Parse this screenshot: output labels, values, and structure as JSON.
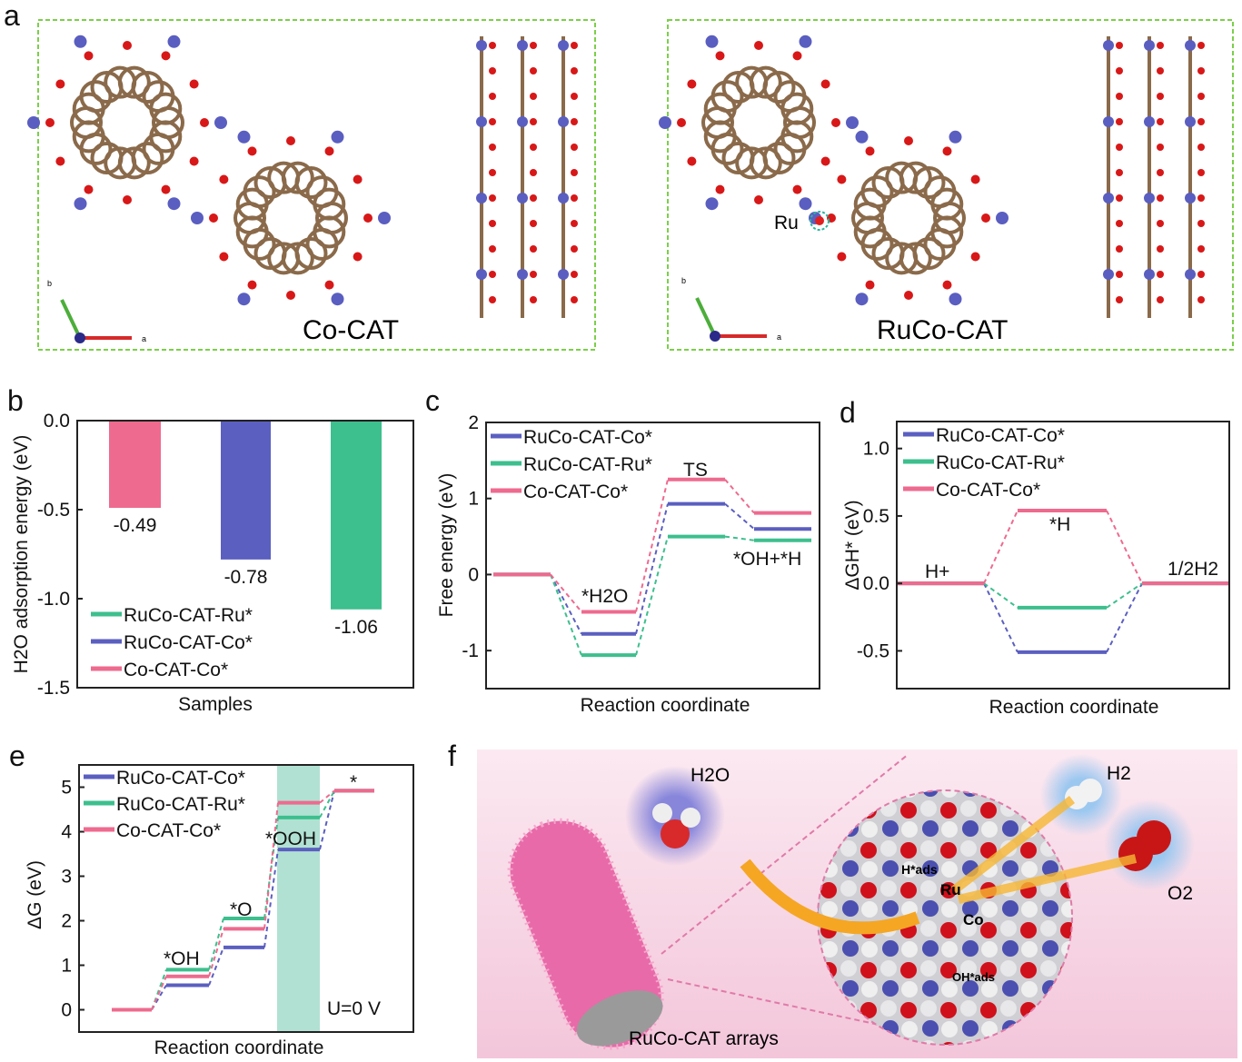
{
  "colors": {
    "ruco_co": "#5b5fc0",
    "ruco_ru": "#3dbf8e",
    "co_cat": "#ee6a8e",
    "ts_band": "#9dd9c7",
    "frame": "#7ccf4a"
  },
  "panel_a": {
    "label": "a",
    "left": {
      "name": "Co-CAT",
      "axis_b": "b",
      "axis_a": "a"
    },
    "right": {
      "name": "RuCo-CAT",
      "site": "Ru",
      "axis_b": "b",
      "axis_a": "a"
    }
  },
  "panel_f": {
    "label": "f",
    "h2o": "H2O",
    "h2": "H2",
    "o2": "O2",
    "h_ads": "H*ads",
    "oh_ads": "OH*ads",
    "ru": "Ru",
    "co": "Co",
    "arrays": "RuCo-CAT arrays"
  },
  "chart_data": [
    {
      "panel": "b",
      "type": "bar",
      "xlabel": "Samples",
      "ylabel": "H2O adsorption energy (eV)",
      "ylim": [
        -1.5,
        0.0
      ],
      "yticks": [
        "0.0",
        "-0.5",
        "-1.0",
        "-1.5"
      ],
      "categories": [
        "Co-CAT-Co*",
        "RuCo-CAT-Co*",
        "RuCo-CAT-Ru*"
      ],
      "values": [
        -0.49,
        -0.78,
        -1.06
      ],
      "data_labels": [
        "-0.49",
        "-0.78",
        "-1.06"
      ],
      "legend": [
        "RuCo-CAT-Ru*",
        "RuCo-CAT-Co*",
        "Co-CAT-Co*"
      ],
      "legend_position": "bottom-left"
    },
    {
      "panel": "c",
      "type": "line",
      "xlabel": "Reaction coordinate",
      "ylabel": "Free energy (eV)",
      "ylim": [
        -1.5,
        2
      ],
      "yticks": [
        "2",
        "1",
        "0",
        "-1"
      ],
      "states": [
        "",
        "*H2O",
        "TS",
        "*OH+*H"
      ],
      "series": [
        {
          "name": "RuCo-CAT-Co*",
          "values": [
            0,
            -0.78,
            0.93,
            0.6
          ]
        },
        {
          "name": "RuCo-CAT-Ru*",
          "values": [
            0,
            -1.06,
            0.5,
            0.45
          ]
        },
        {
          "name": "Co-CAT-Co*",
          "values": [
            0,
            -0.49,
            1.25,
            0.81
          ]
        }
      ],
      "legend_position": "top-left"
    },
    {
      "panel": "d",
      "type": "line",
      "xlabel": "Reaction coordinate",
      "ylabel": "ΔGH* (eV)",
      "ylim": [
        -0.78,
        1.2
      ],
      "yticks": [
        "1.0",
        "0.5",
        "0.0",
        "-0.5"
      ],
      "states": [
        "H+",
        "*H",
        "1/2H2"
      ],
      "series": [
        {
          "name": "RuCo-CAT-Co*",
          "values": [
            0,
            -0.51,
            0
          ]
        },
        {
          "name": "RuCo-CAT-Ru*",
          "values": [
            0,
            -0.18,
            0
          ]
        },
        {
          "name": "Co-CAT-Co*",
          "values": [
            0,
            0.54,
            0
          ]
        }
      ],
      "legend_position": "top-left"
    },
    {
      "panel": "e",
      "type": "line",
      "xlabel": "Reaction coordinate",
      "ylabel": "ΔG (eV)",
      "ylim": [
        -0.5,
        5.5
      ],
      "yticks": [
        "5",
        "4",
        "3",
        "2",
        "1",
        "0"
      ],
      "states": [
        "",
        "*OH",
        "*O",
        "*OOH",
        "*"
      ],
      "annotation": "U=0 V",
      "series": [
        {
          "name": "RuCo-CAT-Co*",
          "values": [
            0,
            0.55,
            1.4,
            3.6,
            4.92
          ]
        },
        {
          "name": "RuCo-CAT-Ru*",
          "values": [
            0,
            0.9,
            2.05,
            4.32,
            4.92
          ]
        },
        {
          "name": "Co-CAT-Co*",
          "values": [
            0,
            0.75,
            1.82,
            4.65,
            4.92
          ]
        }
      ],
      "legend_position": "top-left"
    }
  ]
}
